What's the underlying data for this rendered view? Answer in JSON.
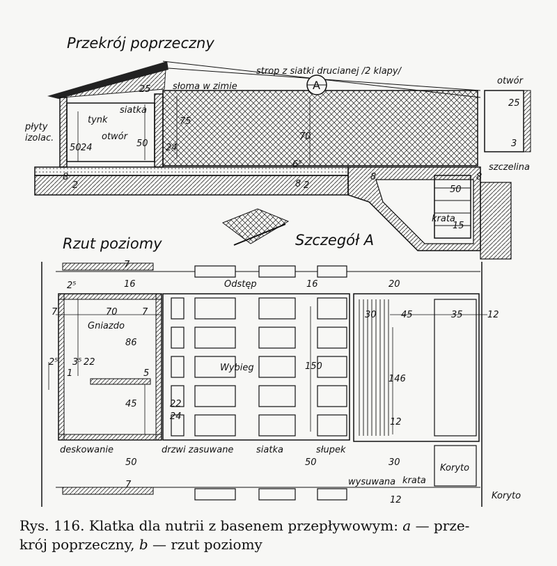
{
  "section_title": "Przekrój poprzeczny",
  "plan_title": "Rzut poziomy",
  "detail_title": "Szczegół A",
  "detail_marker": "A",
  "section_labels": {
    "strop": "strop z siatki drucianej /2 klapy/",
    "sloma": "słoma w zimie",
    "siatka": "siatka",
    "tynk": "tynk",
    "otwor_left": "otwór",
    "plyty1": "płyty",
    "plyty2": "izolac.",
    "otwor_right": "otwór",
    "szczelina": "szczelina",
    "krata": "krata"
  },
  "section_dims": {
    "d25a": "25",
    "d75": "75",
    "d24a": "24",
    "d70": "70",
    "d50a": "50",
    "d50b": "50",
    "d24b": "24",
    "d6_5": "6⁵",
    "d8a": "8",
    "d2a": "2",
    "d8b": "8",
    "d2b": "2",
    "d8c": "8",
    "d25b": "25",
    "d3": "3",
    "d50c": "50",
    "d15": "15",
    "d8d": "8"
  },
  "plan_labels": {
    "odstep": "Odstęp",
    "gniazdo": "Gniazdo",
    "wybieg": "Wybieg",
    "deskowanie": "deskowanie",
    "drzwi": "drzwi zasuwane",
    "siatka": "siatka",
    "slupek": "słupek",
    "wysuwana": "wysuwana",
    "krata": "krata",
    "koryto_a": "Koryto",
    "koryto_b": "Koryto"
  },
  "plan_dims": {
    "d7a": "7",
    "d16a": "16",
    "d2_5a": "2⁵",
    "d7b": "7",
    "d70": "70",
    "d7c": "7",
    "d86": "86",
    "d2_5b": "2⁵",
    "d3_5": "3⁵",
    "d22a": "22",
    "d1": "1",
    "d5": "5",
    "d45a": "45",
    "d22b": "22",
    "d24": "24",
    "d16b": "16",
    "d150": "150",
    "d20": "20",
    "d30a": "30",
    "d45b": "45",
    "d35": "35",
    "d12a": "12",
    "d146": "146",
    "d12b": "12",
    "d7d": "7",
    "d50a": "50",
    "d50b": "50",
    "d30b": "30",
    "d12c": "12"
  },
  "caption": {
    "part1": "Rys. 116. Klatka dla nutrii z basenem przepływowym: ",
    "a": "a",
    "part2": " — prze-",
    "part3": "krój poprzeczny, ",
    "b": "b",
    "part4": " — rzut poziomy"
  }
}
